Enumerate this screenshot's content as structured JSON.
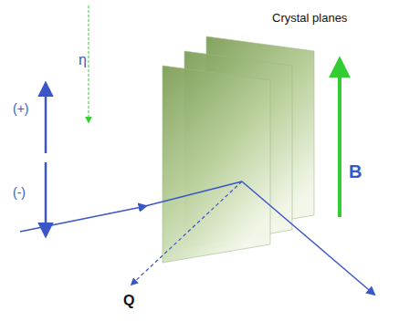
{
  "diagram": {
    "labels": [
      "Crystal planes",
      "B",
      "(+)",
      "(-)",
      "Q",
      "η"
    ]
  }
}
